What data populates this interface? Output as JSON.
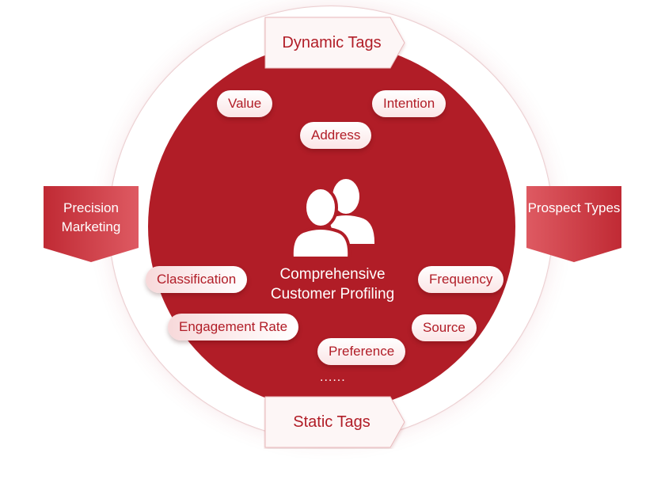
{
  "diagram": {
    "center_title": "Comprehensive Customer Profiling",
    "top_tag": "Dynamic Tags",
    "bottom_tag": "Static Tags",
    "left_banner": "Precision Marketing",
    "right_banner": "Prospect Types",
    "ellipsis": "......",
    "tags": {
      "value": "Value",
      "intention": "Intention",
      "address": "Address",
      "classification": "Classification",
      "frequency": "Frequency",
      "engagement_rate": "Engagement Rate",
      "source": "Source",
      "preference": "Preference"
    },
    "colors": {
      "primary": "#b11d27",
      "banner": "#c8323c",
      "pill_fill": "#fbe5e6",
      "background": "#ffffff"
    },
    "icons": [
      "people-icon"
    ]
  }
}
